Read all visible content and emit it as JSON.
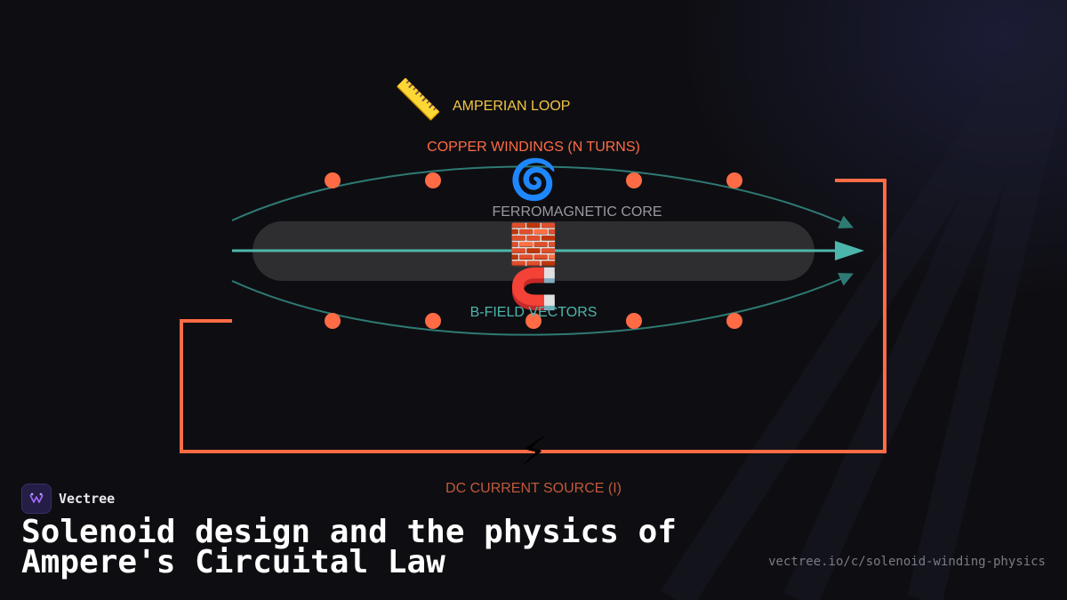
{
  "diagram": {
    "labels": {
      "amperian_loop": "AMPERIAN LOOP",
      "copper_windings": "COPPER WINDINGS (N TURNS)",
      "ferromagnetic_core": "FERROMAGNETIC CORE",
      "b_field_vectors": "B-FIELD VECTORS",
      "dc_current_source": "DC CURRENT SOURCE (I)"
    },
    "icons": {
      "ruler": "📏",
      "spiral": "🌀",
      "brick": "🧱",
      "magnet": "🧲",
      "lightning": "⚡"
    },
    "colors": {
      "copper": "#ff6b45",
      "field": "#4db6ac",
      "field_dim": "#2f7a74",
      "core": "#2e2e30",
      "amperian": "#f4c542",
      "core_label": "#9a9a9e",
      "source_label": "#c0583a"
    }
  },
  "brand": {
    "name": "Vectree"
  },
  "headline": "Solenoid design and the physics of Ampere's Circuital Law",
  "footer": {
    "url": "vectree.io/c/solenoid-winding-physics"
  }
}
